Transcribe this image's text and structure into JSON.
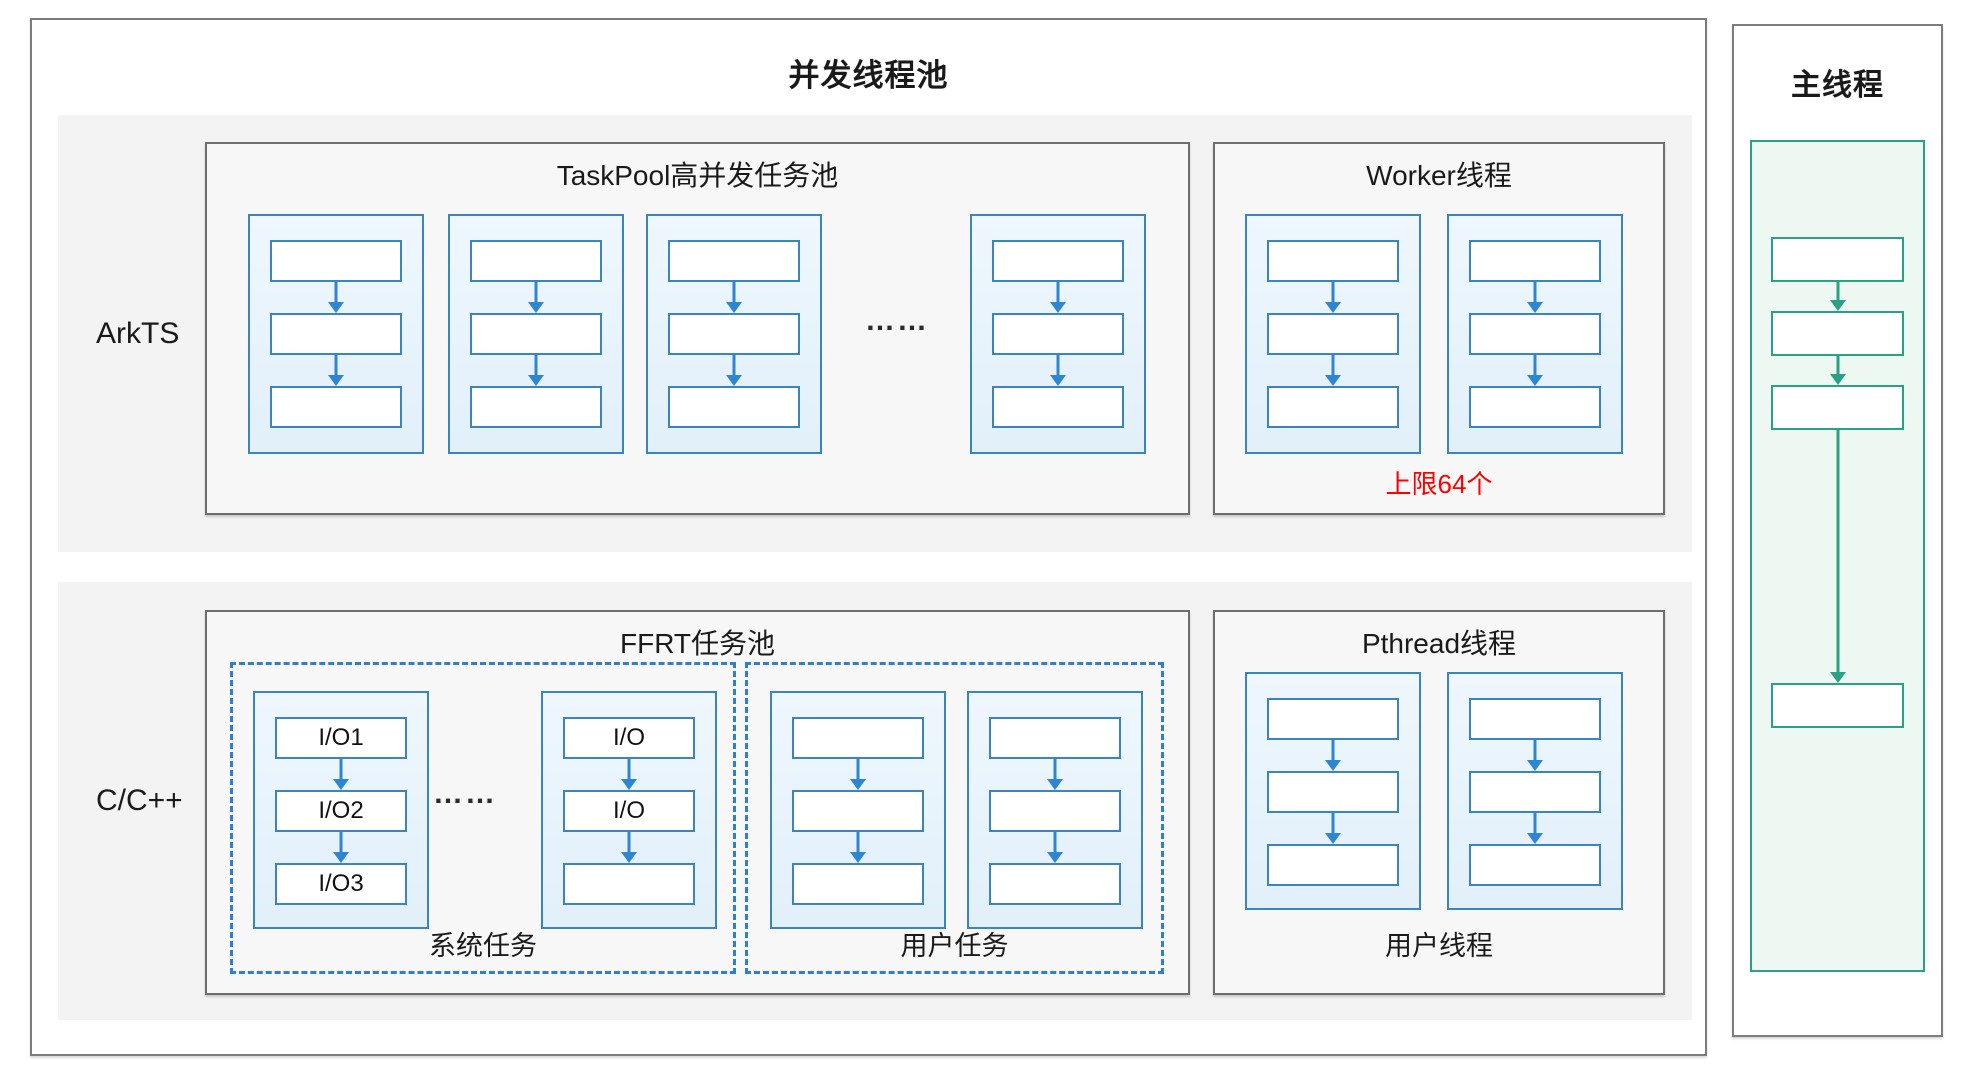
{
  "pool": {
    "title": "并发线程池",
    "arkts_label": "ArkTS",
    "cpp_label": "C/C++",
    "taskpool": {
      "title": "TaskPool高并发任务池",
      "ellipsis": "……"
    },
    "worker": {
      "title": "Worker线程",
      "limit_note": "上限64个"
    },
    "ffrt": {
      "title": "FFRT任务池",
      "system": {
        "label": "系统任务",
        "ellipsis": "……",
        "col1": [
          "I/O1",
          "I/O2",
          "I/O3"
        ],
        "col2": [
          "I/O",
          "I/O",
          ""
        ]
      },
      "user": {
        "label": "用户任务"
      }
    },
    "pthread": {
      "title": "Pthread线程",
      "label": "用户线程"
    }
  },
  "main_thread": {
    "title": "主线程"
  },
  "colors": {
    "blue_border": "#3a85c0",
    "blue_arrow": "#2e86d2",
    "dashed_blue": "#2f7fd0",
    "green": "#2aa184",
    "green_fill": "#eef8f2",
    "red": "#fe0000",
    "band_gray": "#f3f3f3",
    "section_fill": "#f7f7f7",
    "section_border": "#6e6e6e",
    "outer_border": "#7d7d7d"
  }
}
